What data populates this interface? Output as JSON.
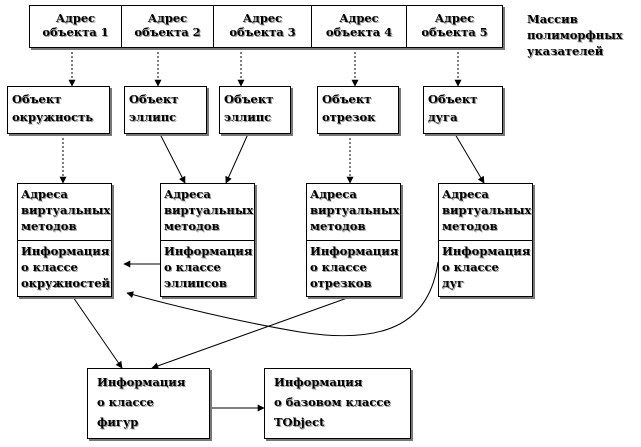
{
  "pointer_array": {
    "cells": [
      {
        "line1": "Адрес",
        "line2": "объекта 1"
      },
      {
        "line1": "Адрес",
        "line2": "объекта 2"
      },
      {
        "line1": "Адрес",
        "line2": "объекта 3"
      },
      {
        "line1": "Адрес",
        "line2": "объекта 4"
      },
      {
        "line1": "Адрес",
        "line2": "объекта 5"
      }
    ],
    "caption": {
      "line1": "Массив",
      "line2": "полиморфных",
      "line3": "указателей"
    }
  },
  "objects": [
    {
      "line1": "Объект",
      "line2": "окружность"
    },
    {
      "line1": "Объект",
      "line2": "эллипс"
    },
    {
      "line1": "Объект",
      "line2": "эллипс"
    },
    {
      "line1": "Объект",
      "line2": "отрезок"
    },
    {
      "line1": "Объект",
      "line2": "дуга"
    }
  ],
  "vmt_tables": [
    {
      "methods": [
        "Адреса",
        "виртуальных",
        "методов"
      ],
      "info": [
        "Информация",
        "о классе",
        "окружностей"
      ]
    },
    {
      "methods": [
        "Адреса",
        "виртуальных",
        "методов"
      ],
      "info": [
        "Информация",
        "о классе",
        "эллипсов"
      ]
    },
    {
      "methods": [
        "Адреса",
        "виртуальных",
        "методов"
      ],
      "info": [
        "Информация",
        "о классе",
        "отрезков"
      ]
    },
    {
      "methods": [
        "Адреса",
        "виртуальных",
        "методов"
      ],
      "info": [
        "Информация",
        "о классе",
        "дуг"
      ]
    }
  ],
  "class_info": {
    "figures": {
      "line1": "Информация",
      "line2": "о классе",
      "line3": "фигур"
    },
    "base": {
      "line1": "Информация",
      "line2": "о базовом классе",
      "line3": "TObject"
    }
  }
}
